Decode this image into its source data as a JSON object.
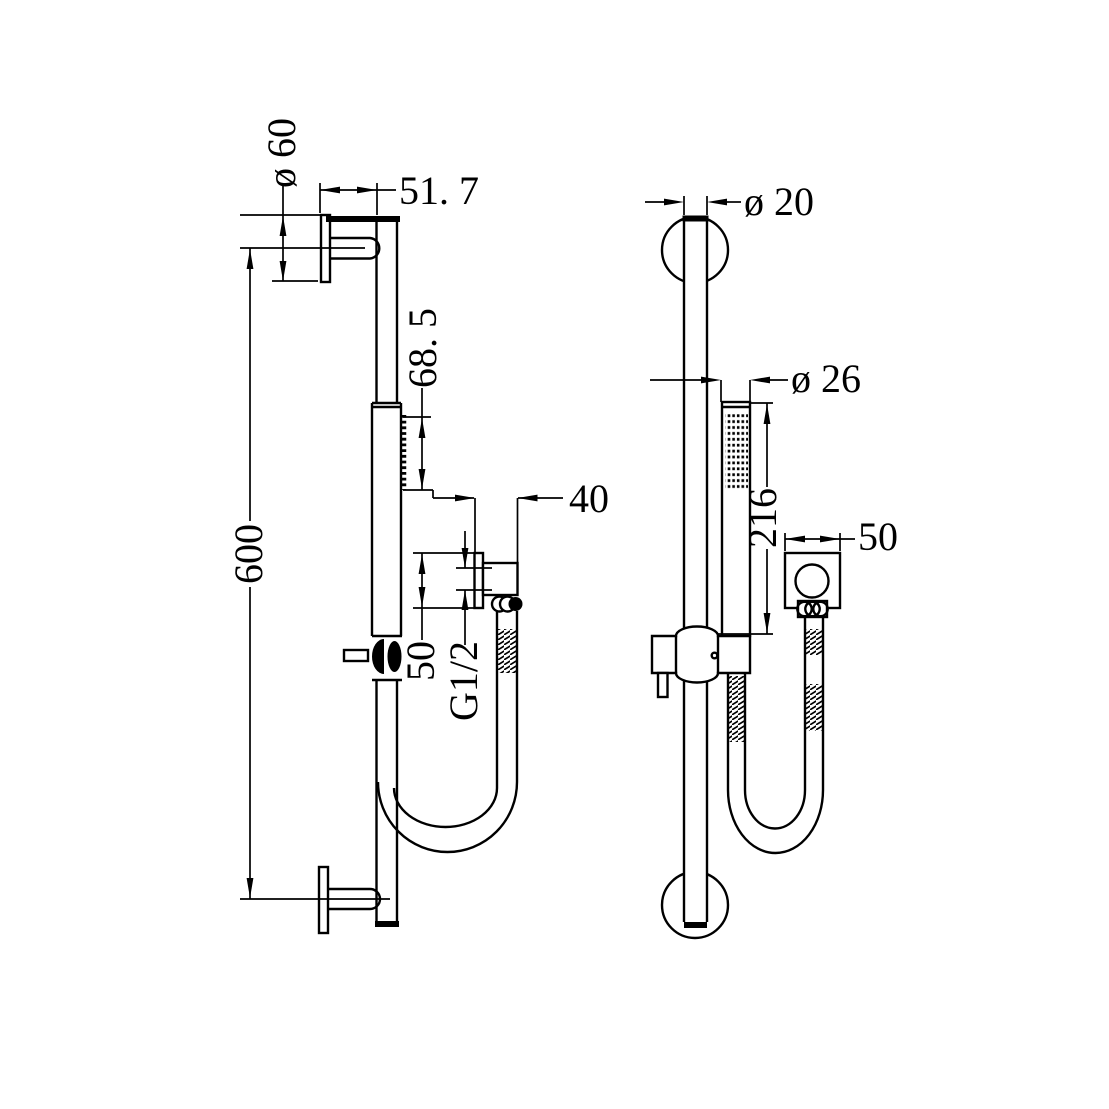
{
  "drawing": {
    "kind": "technical dimension drawing, shower rail with hand shower, two views",
    "colors": {
      "line": "#000000",
      "background": "#ffffff"
    }
  },
  "dims": {
    "left": {
      "flange_dia": "ø 60",
      "wall_offset": "51. 7",
      "spray_length": "68. 5",
      "rail_length": "600",
      "outlet_depth": "40",
      "outlet_height": "50",
      "thread": "G1/2"
    },
    "right": {
      "rail_dia": "ø 20",
      "handset_dia": "ø 26",
      "handset_length": "216",
      "outlet_width": "50"
    }
  }
}
